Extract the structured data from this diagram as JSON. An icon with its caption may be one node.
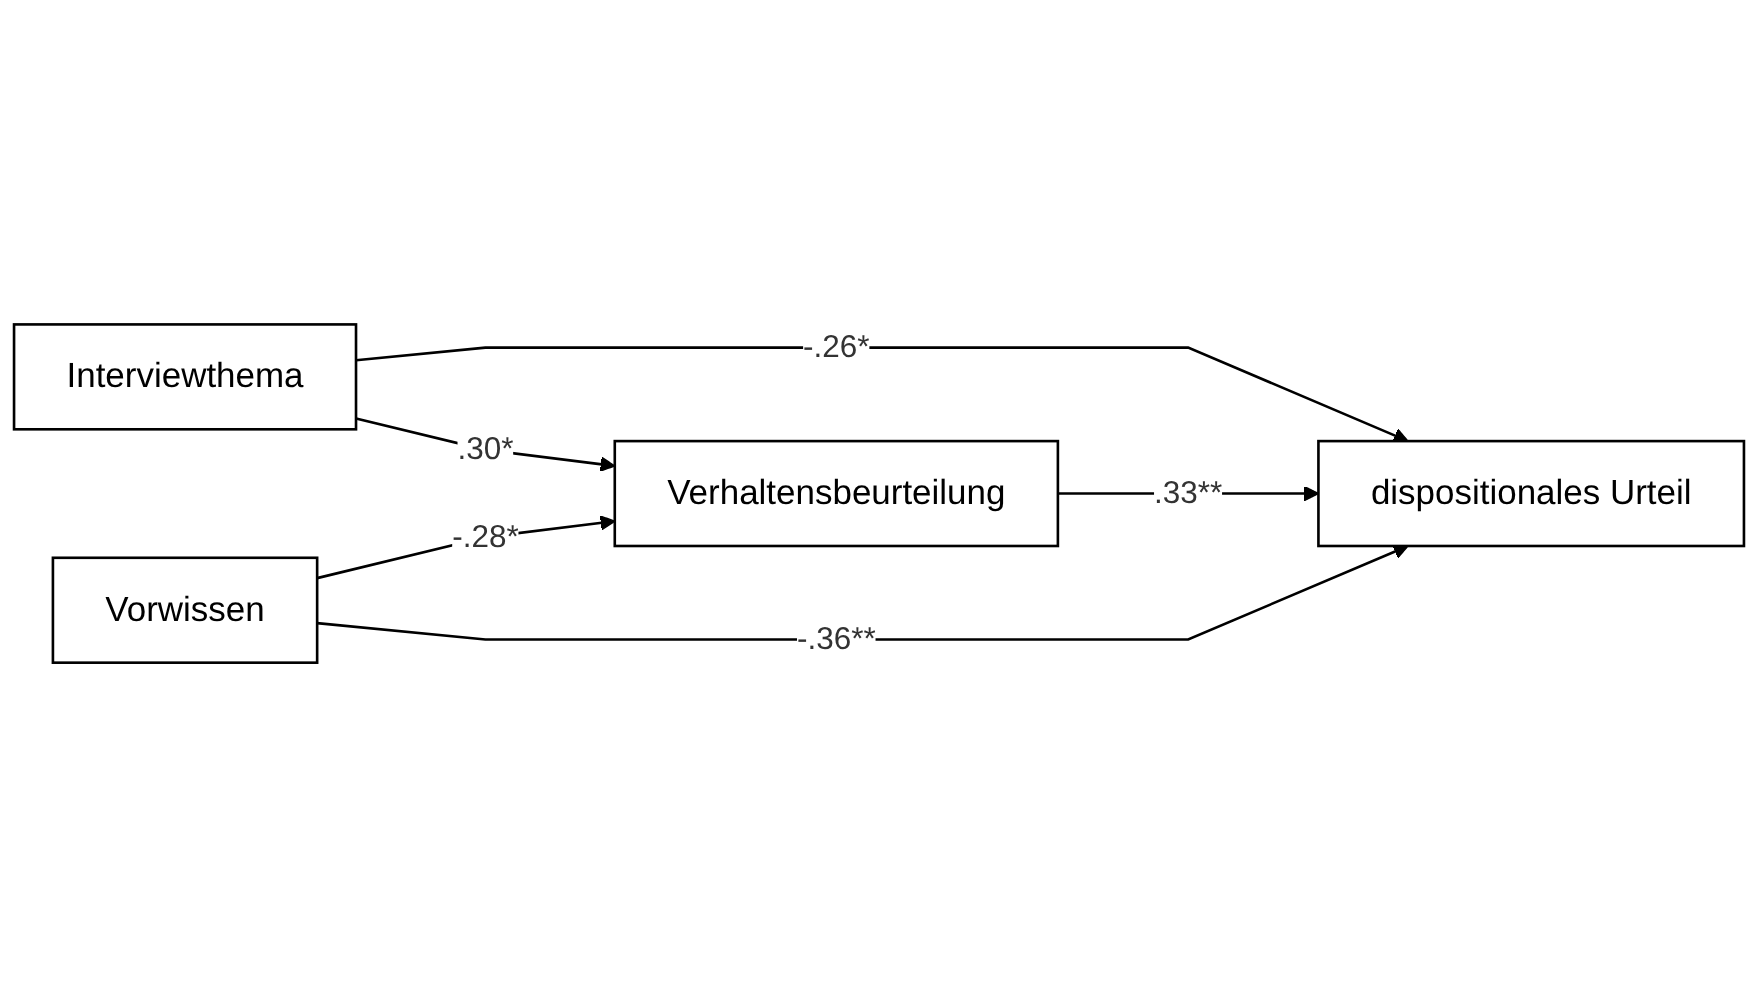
{
  "diagram": {
    "nodes": [
      {
        "text": [
          "Interviewthema"
        ]
      },
      {
        "text": [
          "Verhaltensbeurteilung"
        ]
      },
      {
        "text": [
          "Vorwissen"
        ]
      },
      {
        "text": [
          "dispositionales Urteil"
        ]
      }
    ],
    "edges": [
      {
        "from": 0,
        "to": 1,
        "arrow": "to",
        "label": ".30*"
      },
      {
        "from": 0,
        "to": 3,
        "arrow": "to",
        "label": "-.26*"
      },
      {
        "from": 1,
        "to": 3,
        "arrow": "to",
        "label": ".33**"
      },
      {
        "from": 2,
        "to": 1,
        "arrow": "to",
        "label": "-.28*"
      },
      {
        "from": 2,
        "to": 3,
        "arrow": "to",
        "label": "-.36**"
      }
    ]
  }
}
